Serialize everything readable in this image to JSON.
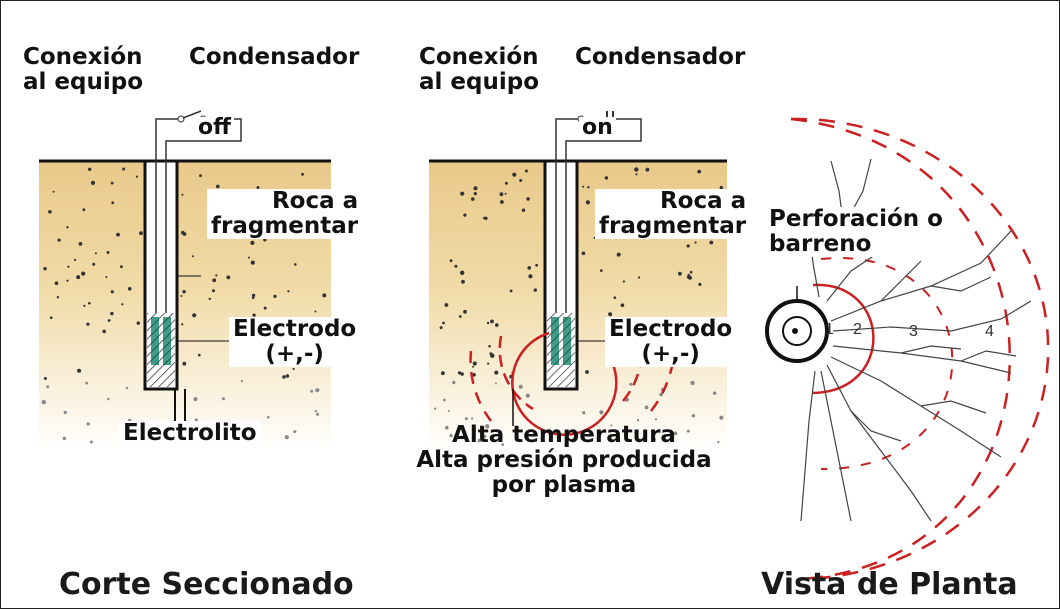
{
  "left_panel": {
    "connection_label": "Conexión\nal equipo",
    "capacitor_label": "Condensador",
    "switch_label": "off",
    "rock_label": "Roca a\nfragmentar",
    "electrode_label": "Electrodo\n(+,-)",
    "electrolyte_label": "Electrolito"
  },
  "middle_panel": {
    "connection_label": "Conexión\nal equipo",
    "capacitor_label": "Condensador",
    "switch_label": "on",
    "rock_label": "Roca a\nfragmentar",
    "electrode_label": "Electrodo\n(+,-)",
    "effect_label": "Alta temperatura\nAlta presión producida\npor plasma"
  },
  "right_panel": {
    "borehole_label": "Perforación o\nbarreno",
    "zones": [
      "1",
      "2",
      "3",
      "4"
    ]
  },
  "captions": {
    "section": "Corte Seccionado",
    "plan": "Vista de Planta"
  },
  "colors": {
    "rock": "#efd9a0",
    "wave": "#cc2020",
    "electrode": "#2f8f7a"
  }
}
